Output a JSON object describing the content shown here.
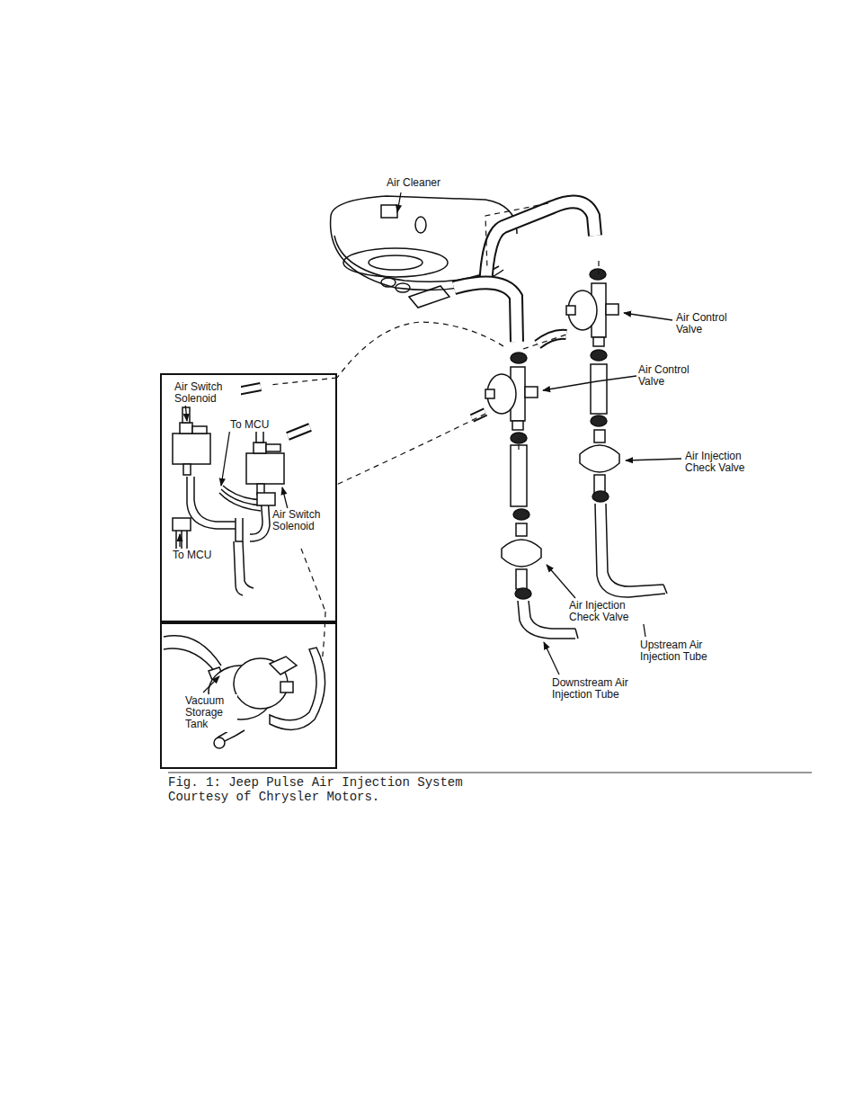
{
  "diagram": {
    "caption": "Fig. 1: Jeep Pulse Air Injection System Courtesy of Chrysler Motors.",
    "nodes": [
      {
        "text": [
          "Air Switch Solenoid",
          "To MCU",
          "Air Switch Solenoid",
          "To MCU"
        ]
      },
      {
        "text": [
          "Vacuum Storage Tank"
        ]
      }
    ],
    "labels": [
      "Air Cleaner",
      "Air Control Valve",
      "Air Control Valve",
      "Air Injection Check Valve",
      "Air Injection Check Valve",
      "Upstream Air Injection Tube",
      "Downstream Air Injection Tube"
    ]
  }
}
